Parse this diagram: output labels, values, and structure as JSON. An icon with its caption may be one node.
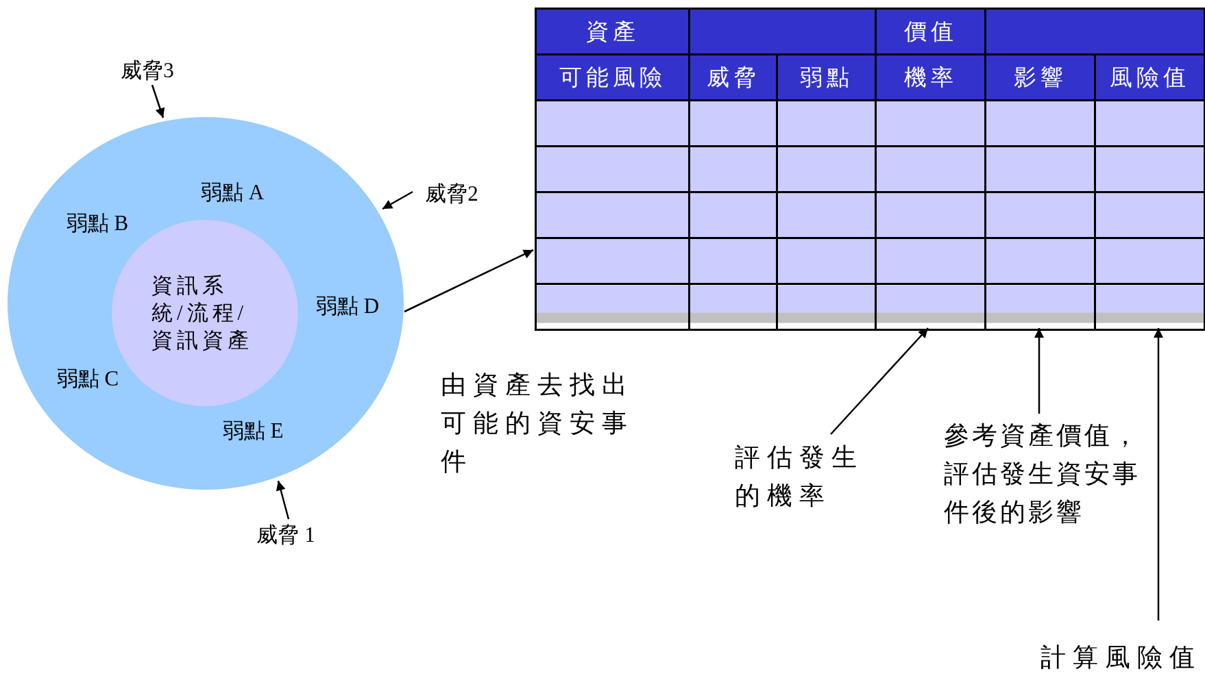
{
  "diagram": {
    "nodes": [
      {
        "text": [
          "弱點 A",
          "弱點 B",
          "弱點 D",
          "弱點 C",
          "弱點 E"
        ]
      },
      {
        "text": [
          "資訊系統/流程/資訊資產"
        ],
        "in": 0
      },
      {
        "text": [
          "威脅3"
        ]
      },
      {
        "text": [
          "威脅2"
        ]
      },
      {
        "text": [
          "威脅 1"
        ]
      },
      {
        "text": [
          "資產",
          "價值",
          "可能風險",
          "威脅",
          "弱點",
          "機率",
          "影響",
          "風險值"
        ]
      },
      {
        "text": [
          "評估發生的機率"
        ]
      },
      {
        "text": [
          "參考資產價值，評估發生資安事件後的影響"
        ]
      },
      {
        "text": [
          "計算風險值"
        ]
      }
    ],
    "edges": [
      {
        "from": 2,
        "to": 0,
        "arrow": "to"
      },
      {
        "from": 3,
        "to": 0,
        "arrow": "to"
      },
      {
        "from": 4,
        "to": 0,
        "arrow": "to"
      },
      {
        "from": 0,
        "to": 5,
        "arrow": "to"
      },
      {
        "from": 6,
        "to": 5,
        "arrow": "to"
      },
      {
        "from": 7,
        "to": 5,
        "arrow": "to"
      },
      {
        "from": 8,
        "to": 5,
        "arrow": "to"
      }
    ],
    "labels": [
      "由資產去找出可能的資安事件"
    ]
  }
}
